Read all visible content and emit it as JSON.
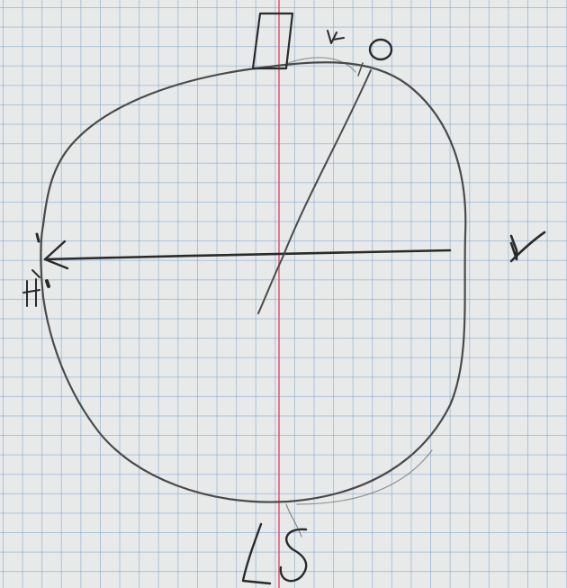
{
  "labels": {
    "top": "D",
    "top_small": "v",
    "top_right": "O",
    "right": "N",
    "left": "H",
    "bottom": "LS"
  },
  "colors": {
    "paper": "#e8eaea",
    "grid": "#7aa0c8",
    "margin_line": "#e6506e",
    "pencil": "#4a4a4a"
  }
}
